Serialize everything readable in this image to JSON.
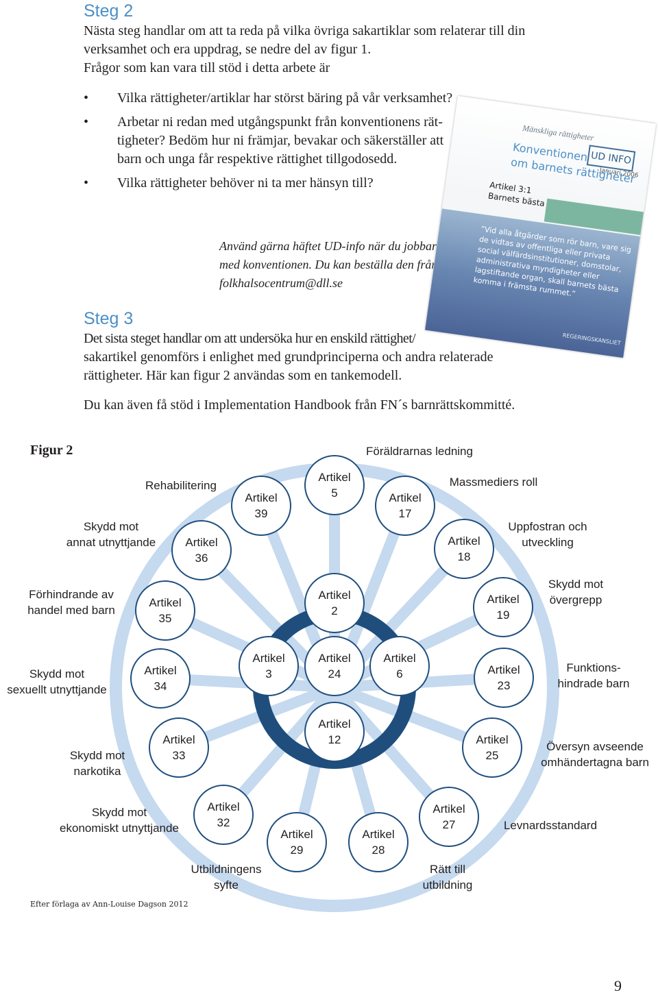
{
  "step2": {
    "heading": "Steg 2",
    "lines": [
      "Nästa steg handlar om att ta reda på vilka övriga sakartiklar som relaterar till din",
      "verksamhet och era uppdrag, se nedre del av figur 1.",
      "Frågor som kan vara till stöd i detta arbete är"
    ],
    "bullets": [
      "Vilka rättigheter/artiklar har störst bäring på vår verksamhet?",
      "Arbetar ni redan med utgångspunkt från konventionens rät-\ntigheter? Bedöm hur ni främjar, bevakar och säkerställer att\nbarn och unga får respektive rättighet tillgodosedd.",
      "Vilka rättigheter behöver ni ta mer hänsyn till?"
    ],
    "note": [
      "Använd gärna häftet UD-info när du jobbar",
      "med konventionen. Du kan beställa den från",
      "folkhalsocentrum@dll.se"
    ]
  },
  "booklet": {
    "series": "Mänskliga rättigheter",
    "title_1": "Konventionen",
    "title_2": "om barnets rättigheter",
    "badge": "UD INFO",
    "date": "Januari 2006",
    "article_1": "Artikel 3:1",
    "article_2": "Barnets bästa",
    "quote": "”Vid alla åtgärder som rör barn, vare sig de vidtas av offentliga eller privata social välfärdsinstitutioner, domstolar, administrativa myndigheter eller lagstiftande organ, skall barnets bästa komma i främsta rummet.”",
    "publisher": "REGERINGSKANSLIET"
  },
  "step3": {
    "heading": "Steg 3",
    "lines": [
      "Det sista steget handlar om att undersöka hur en enskild rättighet/",
      "sakartikel genomförs i enlighet med grundprinciperna och andra relaterade",
      "rättigheter. Här kan figur 2 användas som en tankemodell."
    ],
    "extra": "Du kan även få stöd i Implementation Handbook från FN´s barnrättskommitté."
  },
  "figure": {
    "title": "Figur 2",
    "colors": {
      "light": "#c5d9ef",
      "dark": "#1f4e7d",
      "circle_border": "#1f4e7d"
    },
    "core": [
      {
        "word": "Artikel",
        "num": "2"
      },
      {
        "word": "Artikel",
        "num": "3"
      },
      {
        "word": "Artikel",
        "num": "24"
      },
      {
        "word": "Artikel",
        "num": "6"
      },
      {
        "word": "Artikel",
        "num": "12"
      }
    ],
    "outer": [
      {
        "word": "Artikel",
        "num": "5"
      },
      {
        "word": "Artikel",
        "num": "17"
      },
      {
        "word": "Artikel",
        "num": "18"
      },
      {
        "word": "Artikel",
        "num": "19"
      },
      {
        "word": "Artikel",
        "num": "23"
      },
      {
        "word": "Artikel",
        "num": "25"
      },
      {
        "word": "Artikel",
        "num": "27"
      },
      {
        "word": "Artikel",
        "num": "28"
      },
      {
        "word": "Artikel",
        "num": "29"
      },
      {
        "word": "Artikel",
        "num": "32"
      },
      {
        "word": "Artikel",
        "num": "33"
      },
      {
        "word": "Artikel",
        "num": "34"
      },
      {
        "word": "Artikel",
        "num": "35"
      },
      {
        "word": "Artikel",
        "num": "36"
      },
      {
        "word": "Artikel",
        "num": "39"
      }
    ],
    "labels": [
      "Föräldrarnas ledning",
      "Massmediers roll",
      "Uppfostran och\nutveckling",
      "Skydd mot\növergrepp",
      "Funktions-\nhindrade barn",
      "Översyn avseende\nomhändertagna barn",
      "Levnardsstandard",
      "Rätt till\nutbildning",
      "Utbildningens\nsyfte",
      "Skydd mot\nekonomiskt utnyttjande",
      "Skydd mot\nnarkotika",
      "Skydd mot\nsexuellt utnyttjande",
      "Förhindrande av\nhandel med barn",
      "Skydd mot\nannat utnyttjande",
      "Rehabilitering"
    ]
  },
  "footnote": "Efter förlaga av Ann-Louise Dagson 2012",
  "page_number": "9"
}
